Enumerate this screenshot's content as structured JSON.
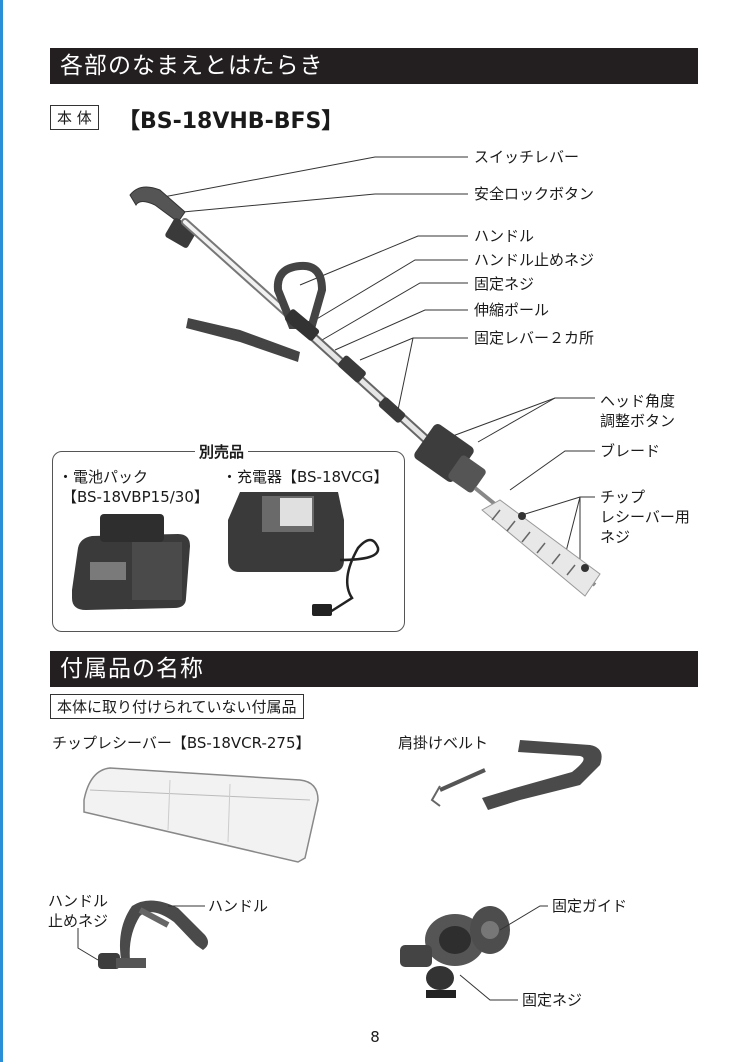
{
  "section1": {
    "title": "各部のなまえとはたらき",
    "body_tag": "本 体",
    "model": "【BS-18VHB-BFS】"
  },
  "main_parts": {
    "switch_lever": "スイッチレバー",
    "safety_lock": "安全ロックボタン",
    "handle": "ハンドル",
    "handle_screw": "ハンドル止めネジ",
    "fix_screw": "固定ネジ",
    "pole": "伸縮ポール",
    "fix_lever": "固定レバー２カ所",
    "head_angle_line1": "ヘッド角度",
    "head_angle_line2": "調整ボタン",
    "blade": "ブレード",
    "chip_line1": "チップ",
    "chip_line2": "レシーバー用",
    "chip_line3": "ネジ"
  },
  "sold_separately": {
    "title": "別売品",
    "battery_line1": "・電池パック",
    "battery_line2": "【BS-18VBP15/30】",
    "charger": "・充電器【BS-18VCG】"
  },
  "section2": {
    "title": "付属品の名称",
    "subtitle": "本体に取り付けられていない付属品"
  },
  "accessories": {
    "chip_receiver": "チップレシーバー【BS-18VCR-275】",
    "belt": "肩掛けベルト",
    "handle_screw_line1": "ハンドル",
    "handle_screw_line2": "止めネジ",
    "handle": "ハンドル",
    "fix_guide": "固定ガイド",
    "fix_screw": "固定ネジ"
  },
  "page_number": "8"
}
